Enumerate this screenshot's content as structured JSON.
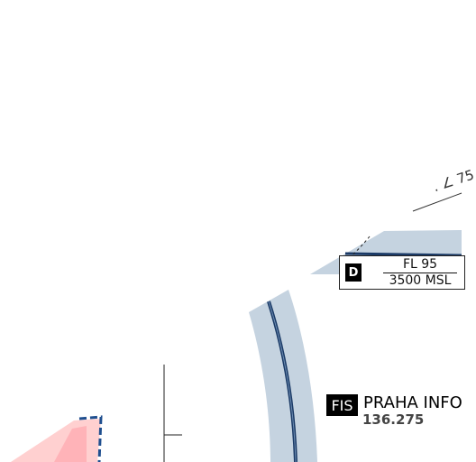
{
  "airspace": {
    "class": "D",
    "upper_limit": "FL 95",
    "lower_limit": "3500 MSL"
  },
  "fis": {
    "badge": "FIS",
    "name": "PRAHA INFO",
    "frequency": "136.275"
  },
  "fragment_text": ". ∠ 75",
  "colors": {
    "airspace_fill": "#c5d3e0",
    "boundary_line": "#1b3a66",
    "restricted_fill": "#ffd0d0",
    "restricted_border": "#1f4f8f"
  }
}
